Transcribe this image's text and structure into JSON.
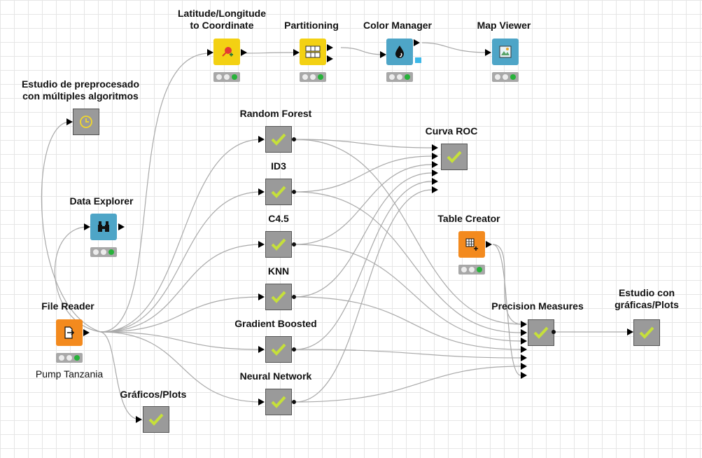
{
  "nodes": {
    "latlong": {
      "title": "Latitude/Longitude\nto Coordinate",
      "icon": "pin-icon"
    },
    "partitioning": {
      "title": "Partitioning",
      "icon": "table-split-icon"
    },
    "color_manager": {
      "title": "Color Manager",
      "icon": "color-drop-icon"
    },
    "map_viewer": {
      "title": "Map Viewer",
      "icon": "map-icon"
    },
    "estudio_pre": {
      "title": "Estudio de preprocesado\ncon múltiples algoritmos",
      "icon": "clock-icon"
    },
    "data_explorer": {
      "title": "Data Explorer",
      "icon": "binoculars-icon"
    },
    "file_reader": {
      "title": "File Reader",
      "subtitle": "Pump Tanzania",
      "icon": "file-import-icon"
    },
    "graficos": {
      "title": "Gráficos/Plots",
      "icon": "check-icon"
    },
    "random_forest": {
      "title": "Random Forest",
      "icon": "check-icon"
    },
    "id3": {
      "title": "ID3",
      "icon": "check-icon"
    },
    "c45": {
      "title": "C4.5",
      "icon": "check-icon"
    },
    "knn": {
      "title": "KNN",
      "icon": "check-icon"
    },
    "gradient": {
      "title": "Gradient Boosted",
      "icon": "check-icon"
    },
    "neural": {
      "title": "Neural Network",
      "icon": "check-icon"
    },
    "curva_roc": {
      "title": "Curva ROC",
      "icon": "check-icon"
    },
    "table_creator": {
      "title": "Table Creator",
      "icon": "table-plus-icon"
    },
    "precision": {
      "title": "Precision Measures",
      "icon": "check-icon"
    },
    "estudio_plots": {
      "title": "Estudio con\ngráficas/Plots",
      "icon": "check-icon"
    }
  },
  "colors": {
    "metanode": "#9a9a9a",
    "source": "#f38a1e",
    "manipulator": "#f3d113",
    "view": "#4ea5c7",
    "check": "#c6e03a",
    "status_ok": "#27b23a",
    "grid": "#e6e6e6"
  }
}
